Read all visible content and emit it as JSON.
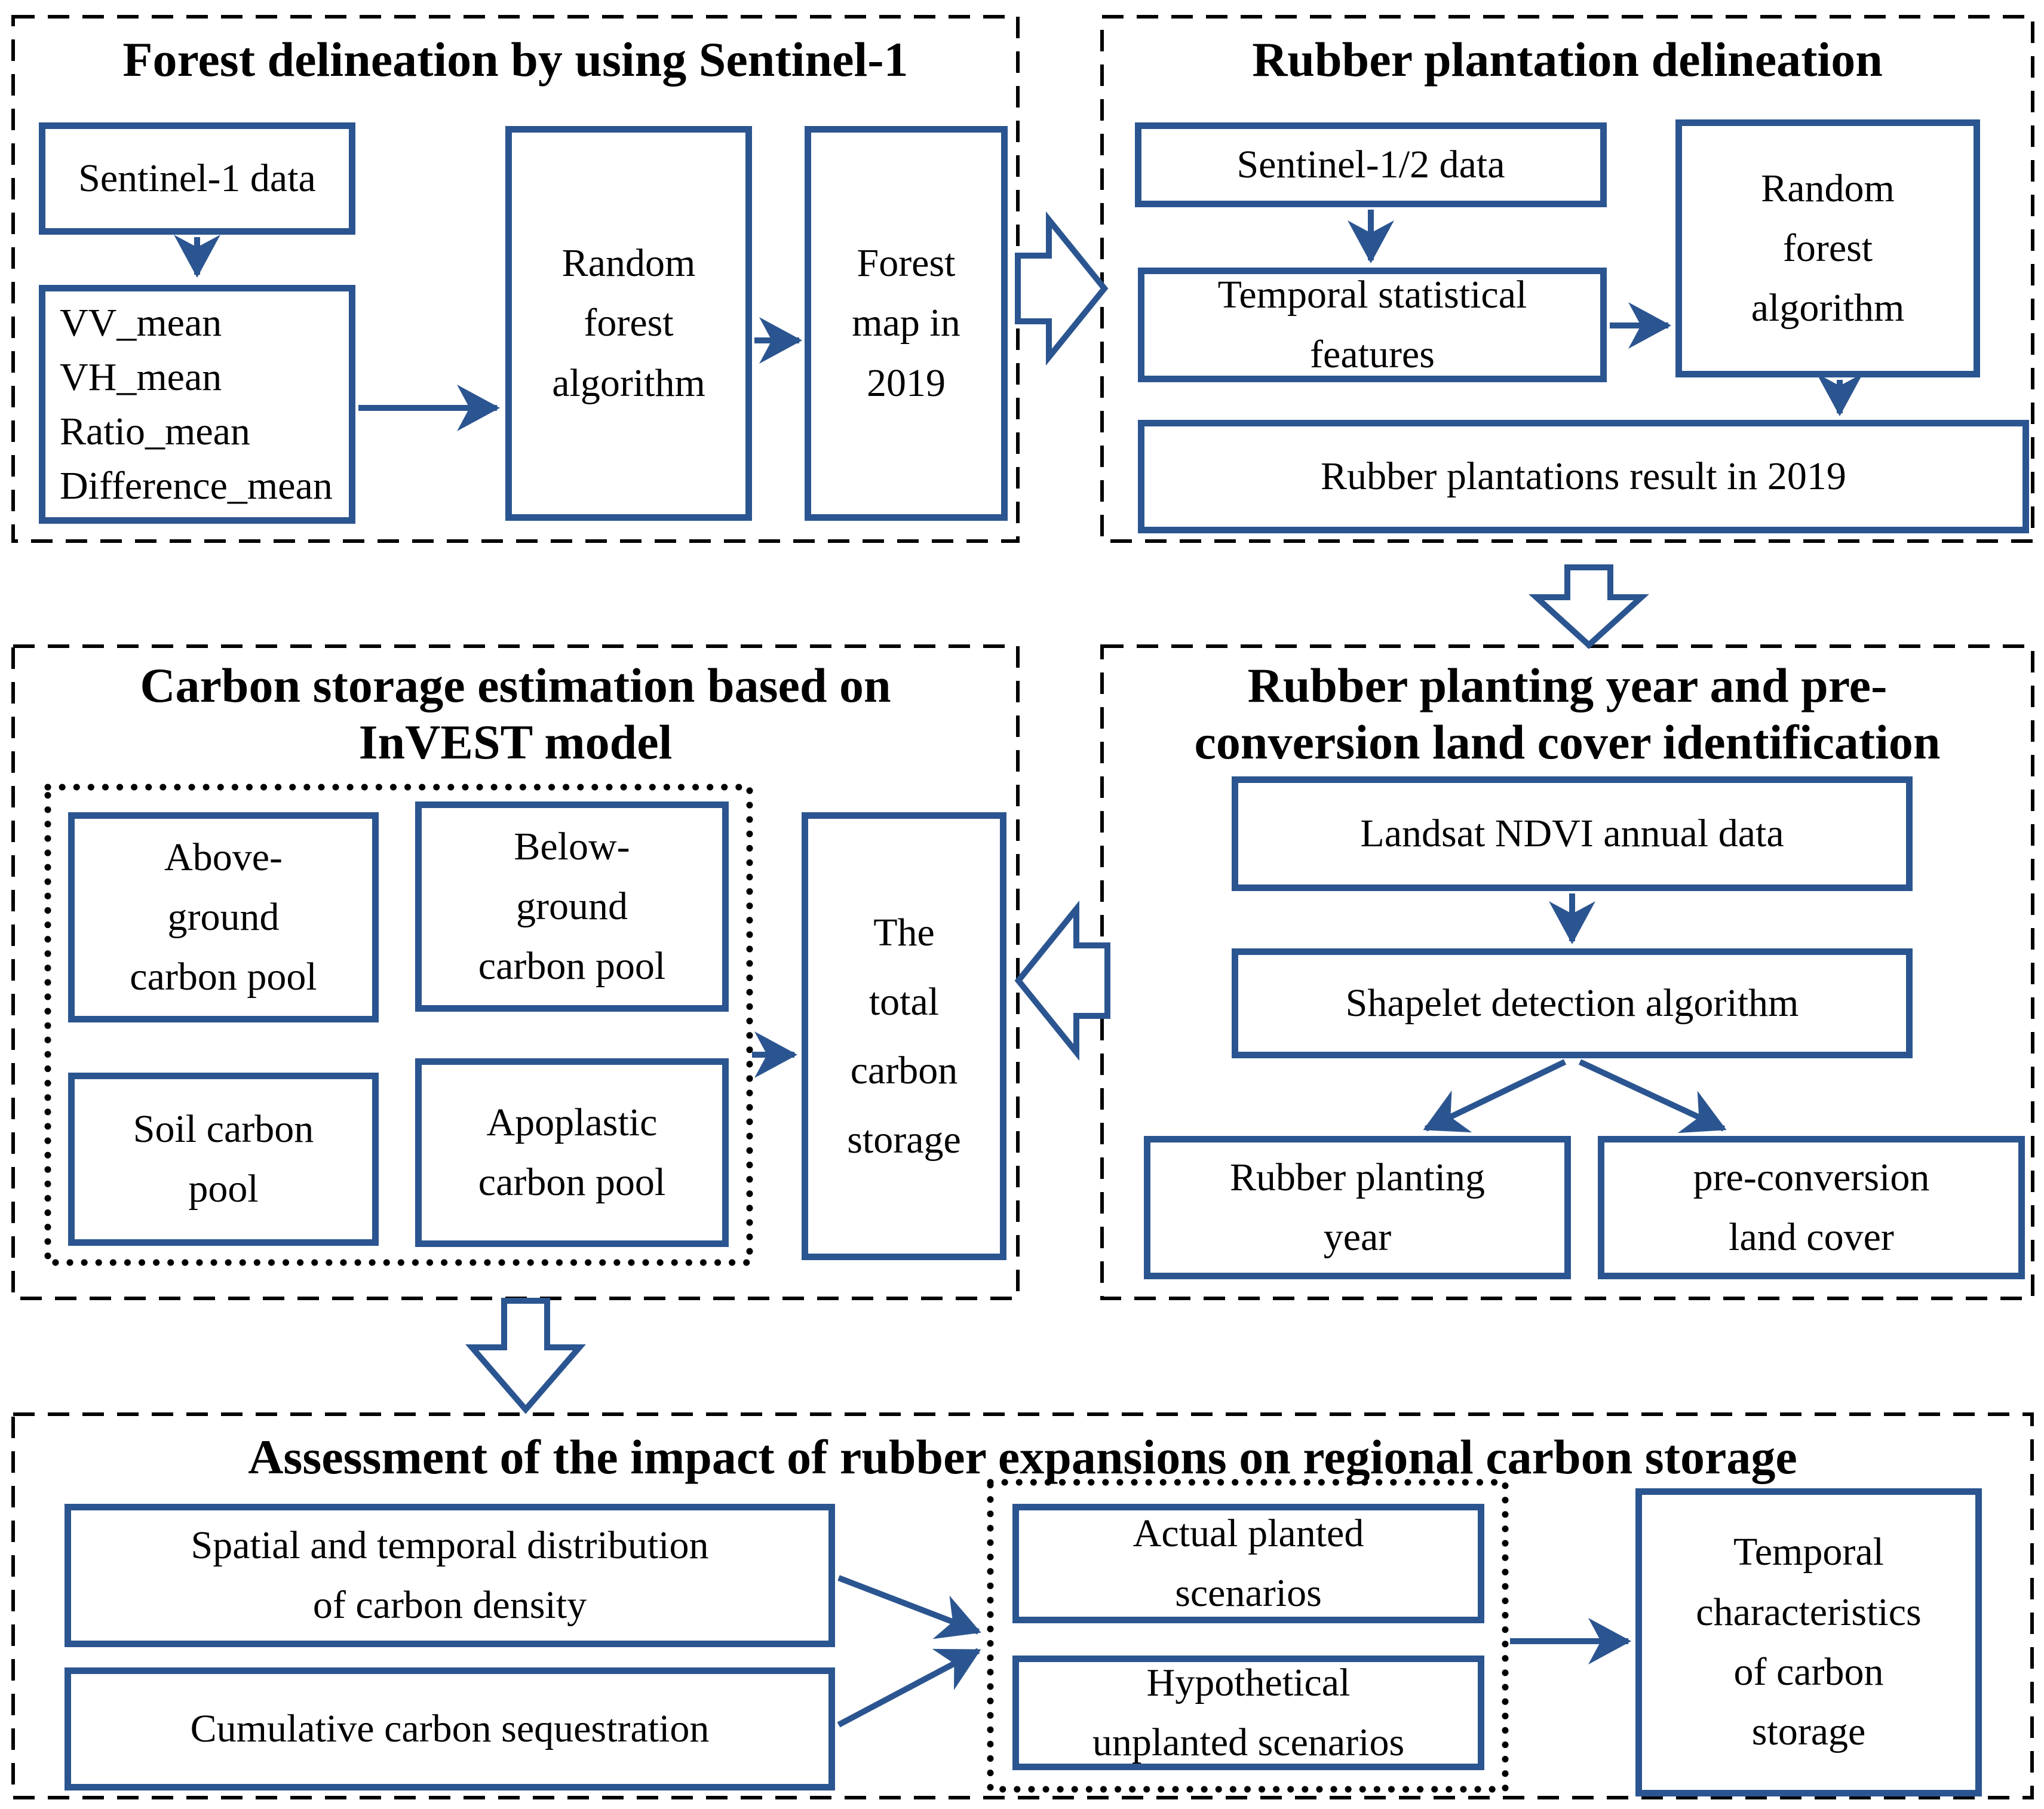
{
  "colors": {
    "accent": "#2b5590",
    "panel_border": "#000000",
    "text": "#000000",
    "background": "#ffffff"
  },
  "panels": {
    "forest": {
      "title": "Forest delineation by using Sentinel-1",
      "boxes": {
        "sentinel1": "Sentinel-1 data",
        "features": "VV_mean\nVH_mean\nRatio_mean\nDifference_mean",
        "random_forest": "Random\nforest\nalgorithm",
        "forest_map": "Forest\nmap in\n2019"
      }
    },
    "rubber": {
      "title": "Rubber plantation delineation",
      "boxes": {
        "sentinel12": "Sentinel-1/2 data",
        "temporal_features": "Temporal statistical\nfeatures",
        "random_forest": "Random\nforest\nalgorithm",
        "result2019": "Rubber plantations result in 2019"
      }
    },
    "carbon": {
      "title": "Carbon storage estimation based on\nInVEST model",
      "boxes": {
        "above": "Above-\nground\ncarbon pool",
        "below": "Below-\nground\ncarbon pool",
        "soil": "Soil carbon\npool",
        "apoplastic": "Apoplastic\ncarbon pool",
        "total": "The\ntotal\ncarbon\nstorage"
      }
    },
    "planting": {
      "title": "Rubber planting year and pre-\nconversion land cover identification",
      "boxes": {
        "landsat": "Landsat NDVI annual data",
        "shapelet": "Shapelet detection algorithm",
        "planting_year": "Rubber planting\nyear",
        "pre_conversion": "pre-conversion\nland cover"
      }
    },
    "assessment": {
      "title": "Assessment of the impact of rubber expansions on regional carbon storage",
      "boxes": {
        "spatial": "Spatial and temporal distribution\nof carbon density",
        "cumulative": "Cumulative carbon sequestration",
        "actual": "Actual planted\nscenarios",
        "hypothetical": "Hypothetical\nunplanted scenarios",
        "temporal_char": "Temporal\ncharacteristics\nof carbon\nstorage"
      }
    }
  }
}
